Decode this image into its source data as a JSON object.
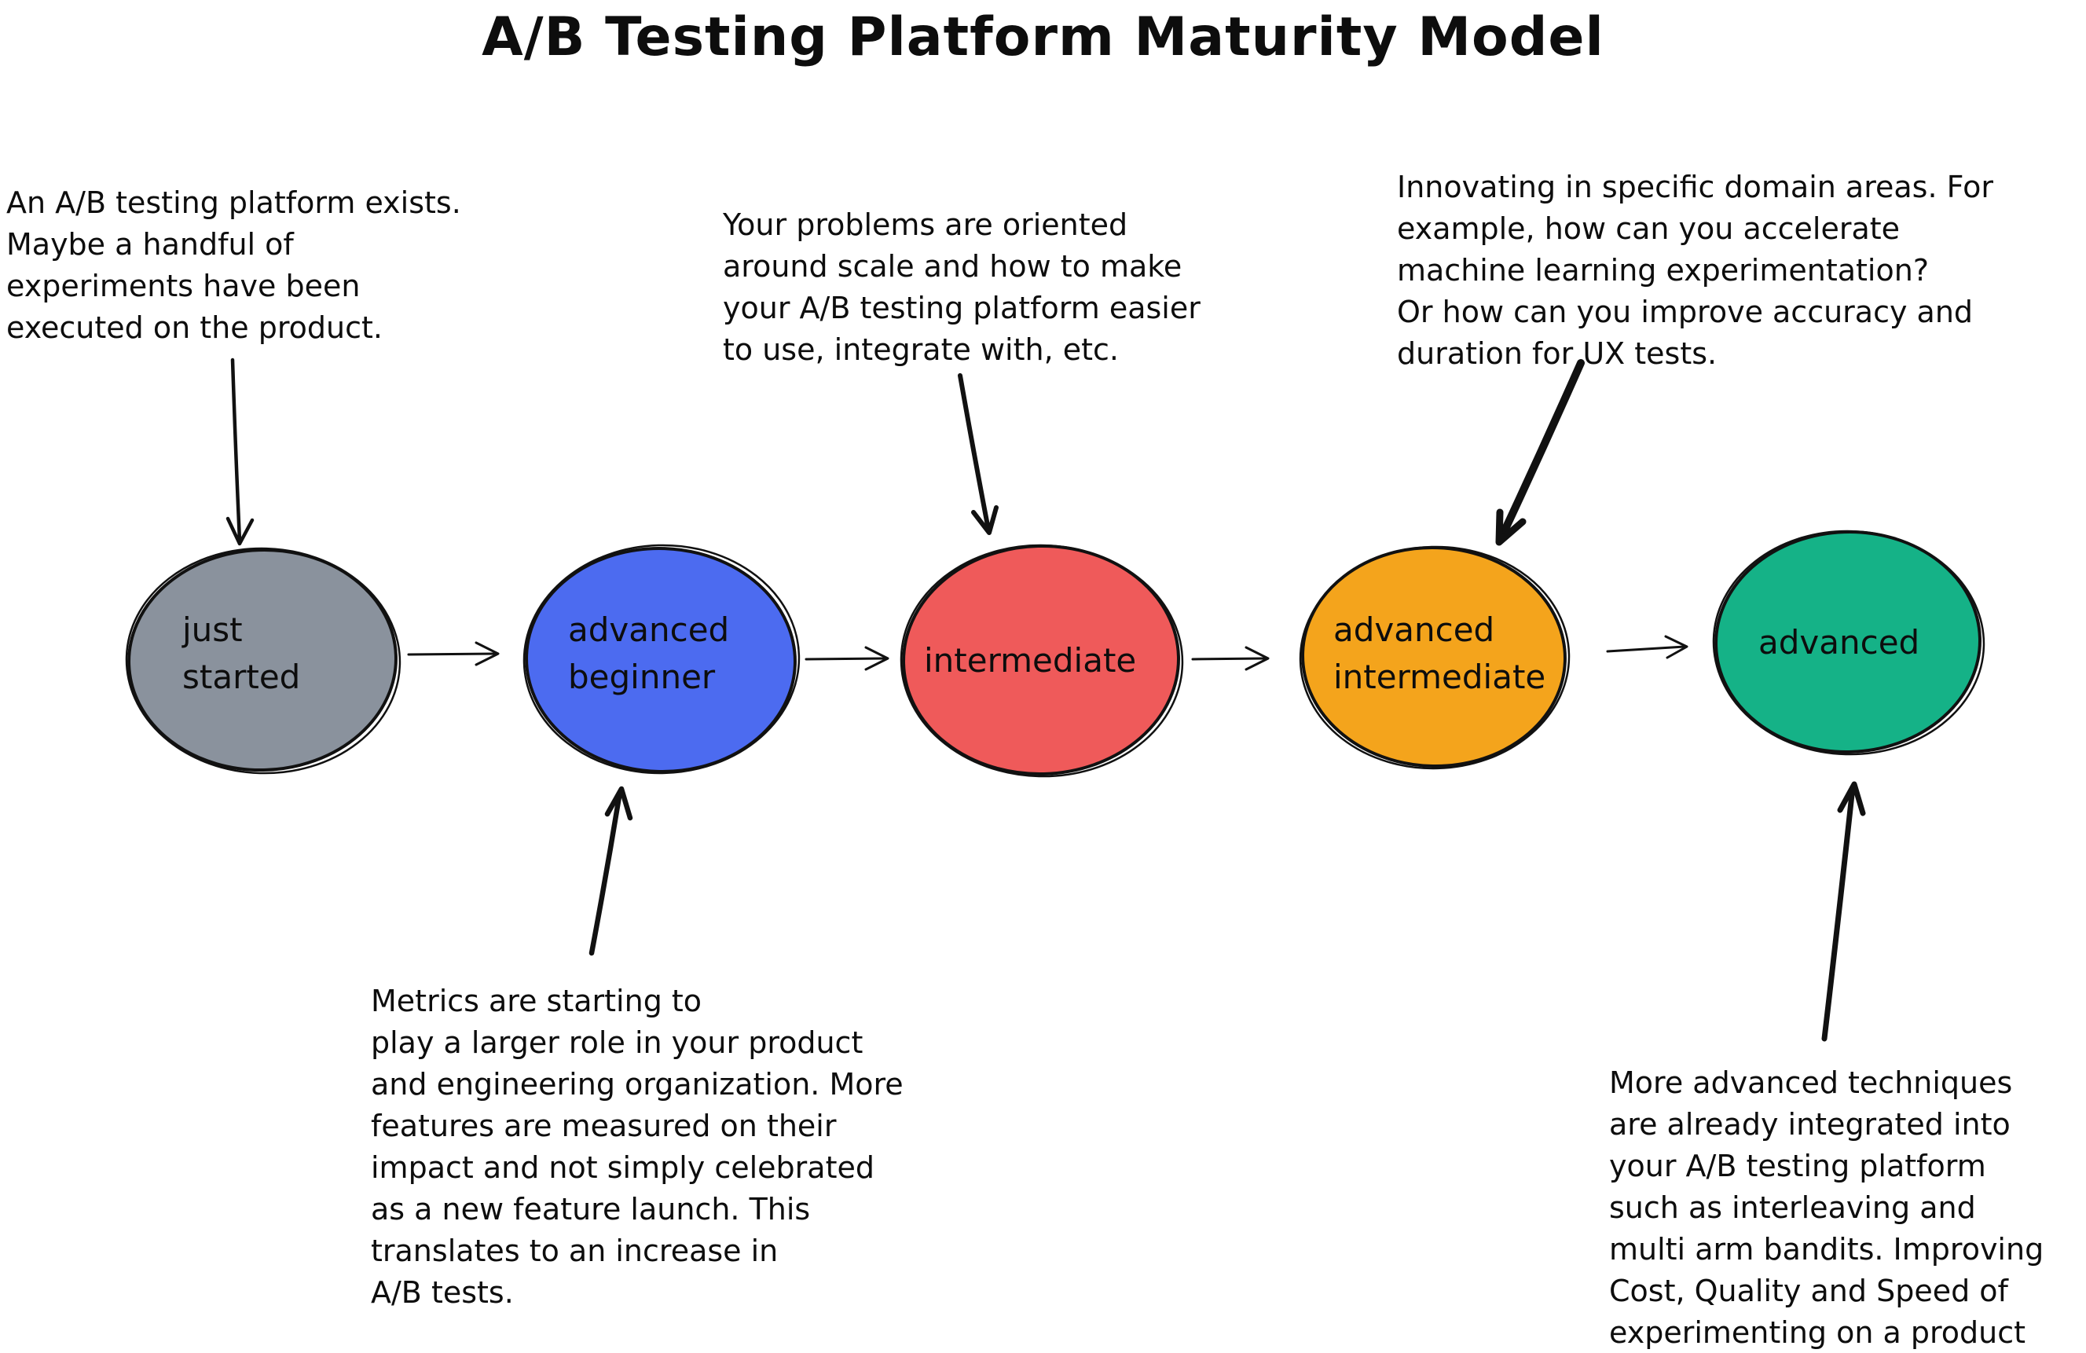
{
  "title": "A/B Testing Platform Maturity Model",
  "colors": {
    "ink": "#111111",
    "background": "#ffffff"
  },
  "stages": [
    {
      "id": "just-started",
      "label": "just\nstarted",
      "color": "#8A929D",
      "annotation": "An A/B testing platform exists.\nMaybe a handful of\nexperiments have been\nexecuted on the product."
    },
    {
      "id": "advanced-beginner",
      "label": "advanced\nbeginner",
      "color": "#4C6BF0",
      "annotation": "Metrics are starting to\nplay a larger role in your product\nand engineering organization. More\nfeatures are measured on their\nimpact and not simply celebrated\nas a new feature launch. This\ntranslates to an increase in\nA/B tests."
    },
    {
      "id": "intermediate",
      "label": "intermediate",
      "color": "#EF5A5A",
      "annotation": "Your problems are oriented\naround scale and how to make\nyour A/B testing platform easier\nto use, integrate with, etc."
    },
    {
      "id": "advanced-intermediate",
      "label": "advanced\nintermediate",
      "color": "#F4A41C",
      "annotation": "Innovating in specific domain areas. For\nexample, how can you accelerate\nmachine learning experimentation?\nOr how can you improve accuracy and\nduration for UX tests."
    },
    {
      "id": "advanced",
      "label": "advanced",
      "color": "#15B287",
      "annotation": "More advanced techniques\nare already integrated into\nyour A/B testing platform\nsuch as interleaving and\nmulti arm bandits. Improving\nCost, Quality and Speed of\nexperimenting on a product"
    }
  ]
}
